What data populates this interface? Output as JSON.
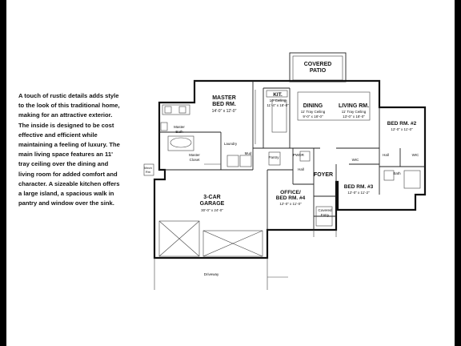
{
  "description_lines": [
    "A  touch of rustic details adds style",
    "to the look of this traditional home,",
    "making for an attractive exterior.",
    "The inside is designed to be cost",
    "effective and efficient while",
    "maintaining a feeling of luxury. The",
    "main living space features an 11'",
    "tray ceiling over the dining and",
    "living room for added comfort and",
    "character. A sizeable kitchen offers",
    "a large island, a spacious walk in",
    "pantry and window over the sink."
  ],
  "rooms": {
    "covered_patio": [
      "COVERED",
      "PATIO"
    ],
    "master_bed": [
      "MASTER",
      "BED RM.",
      "14'-0\" x 12'-0\""
    ],
    "kit": [
      "KIT.",
      "10' Ceiling",
      "11'-4\" x 18'-0\""
    ],
    "dining": [
      "DINING",
      "11' Tray Ceiling",
      "9'-0\" x 18'-0\""
    ],
    "living": [
      "LIVING RM.",
      "11' Tray Ceiling",
      "13'-0\" x 18'-0\""
    ],
    "bed2": [
      "BED RM. #2",
      "12'-0\" x 11'-0\""
    ],
    "master_bath": [
      "Master",
      "Bath"
    ],
    "laundry": "Laundry",
    "master_closet": [
      "Master",
      "Closet"
    ],
    "mud": "Mud",
    "pantry": "Pantry",
    "pwdr": "PWDR",
    "hall": "Hall",
    "wic": "WIC",
    "bath": "Bath",
    "foyer": "FOYER",
    "garage": [
      "3-CAR",
      "GARAGE",
      "30'-0\" x 24'-0\""
    ],
    "office": [
      "OFFICE/",
      "BED RM. #4",
      "12'-0\" x 11'-0\""
    ],
    "bed3": [
      "BED RM. #3",
      "12'-0\" x 11'-2\""
    ],
    "covered_entry": [
      "Covered",
      "Entry"
    ],
    "driveway": "Driveway",
    "mech": [
      "Mech",
      "Rm"
    ]
  }
}
